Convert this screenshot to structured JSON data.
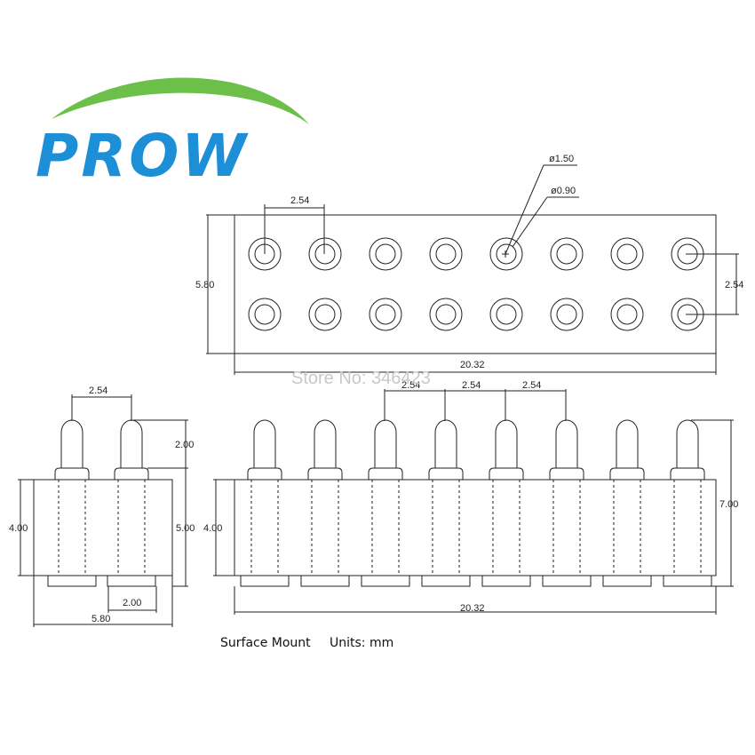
{
  "logo": {
    "text": "PROW",
    "swoosh_color": "#6cc04a",
    "text_color": "#1d8fd6"
  },
  "watermark": "Store No: 346423",
  "top_view": {
    "pitch_x": "2.54",
    "pitch_y": "2.54",
    "width": "5.80",
    "length": "20.32",
    "outer_dia": "ø1.50",
    "inner_dia": "ø0.90",
    "pins_per_row": 8,
    "rows": 2
  },
  "side_view": {
    "pitch": "2.54",
    "pin_height": "2.00",
    "body_height": "4.00",
    "total_height": "5.00",
    "pad_width": "2.00",
    "width": "5.80"
  },
  "front_view": {
    "pitches": [
      "2.54",
      "2.54",
      "2.54"
    ],
    "body_height": "4.00",
    "total_height": "7.00",
    "length": "20.32",
    "pin_count": 8
  },
  "caption": {
    "mount": "Surface Mount",
    "units": "Units: mm"
  }
}
